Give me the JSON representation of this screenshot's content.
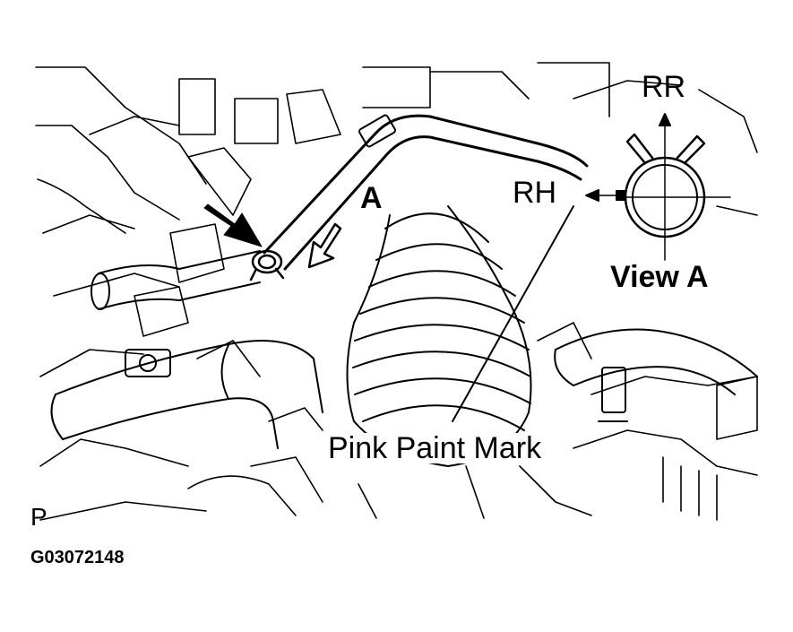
{
  "labels": {
    "rr": "RR",
    "rh": "RH",
    "a": "A",
    "view_a": "View A",
    "pink_paint_mark": "Pink Paint Mark",
    "p": "P",
    "figure_code": "G03072148"
  }
}
